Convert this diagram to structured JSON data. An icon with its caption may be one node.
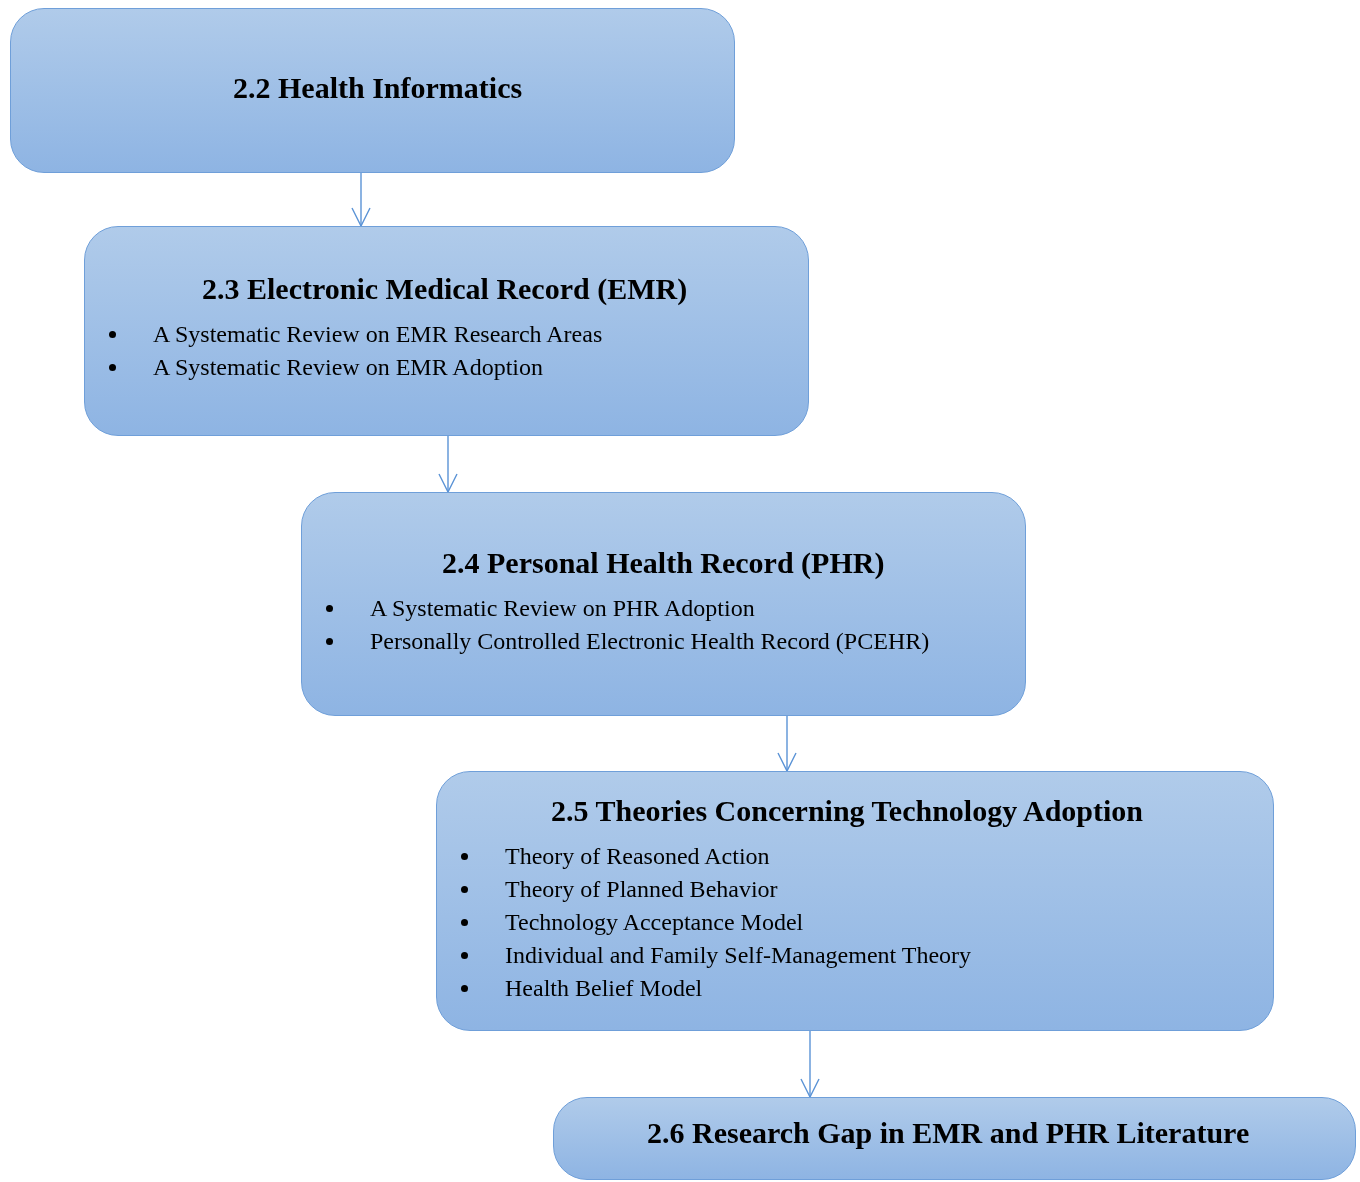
{
  "diagram": {
    "nodes": [
      {
        "text": [
          "2.2 Health Informatics"
        ]
      },
      {
        "text": [
          "2.3 Electronic Medical Record (EMR)",
          "A Systematic Review on EMR Research Areas",
          "A Systematic Review on EMR Adoption"
        ]
      },
      {
        "text": [
          "2.4 Personal Health Record (PHR)",
          "A Systematic Review on PHR Adoption",
          "Personally Controlled Electronic Health Record (PCEHR)"
        ]
      },
      {
        "text": [
          "2.5 Theories Concerning Technology Adoption",
          "Theory of Reasoned Action",
          "Theory of Planned Behavior",
          "Technology Acceptance Model",
          "Individual and Family Self-Management Theory",
          "Health Belief Model"
        ]
      },
      {
        "text": [
          "2.6 Research Gap in EMR and PHR Literature"
        ]
      }
    ],
    "edges": [
      {
        "from": 0,
        "to": 1,
        "arrow": "to"
      },
      {
        "from": 1,
        "to": 2,
        "arrow": "to"
      },
      {
        "from": 2,
        "to": 3,
        "arrow": "to"
      },
      {
        "from": 3,
        "to": 4,
        "arrow": "to"
      }
    ]
  }
}
